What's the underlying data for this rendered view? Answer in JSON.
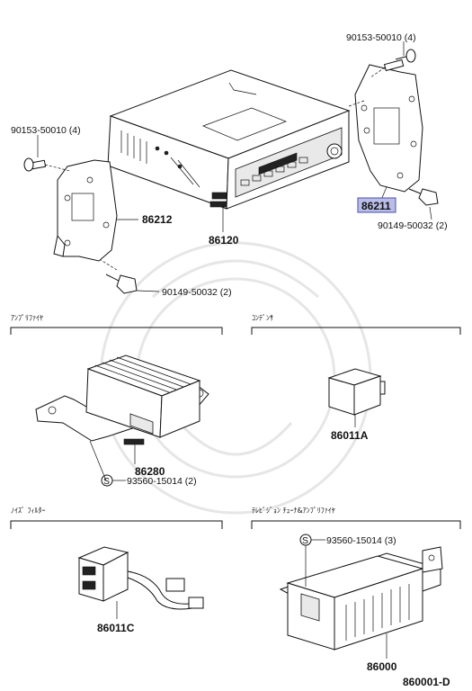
{
  "parts": {
    "p_90153_top": "90153-50010 (4)",
    "p_90153_left": "90153-50010 (4)",
    "p_86211": "86211",
    "p_90149_right": "90149-50032 (2)",
    "p_86212": "86212",
    "p_86120": "86120",
    "p_90149_left": "90149-50032 (2)",
    "p_86011A": "86011A",
    "p_86280": "86280",
    "p_93560_amp": "93560-15014 (2)",
    "p_93560_tv": "93560-15014 (3)",
    "p_86011C": "86011C",
    "p_86000": "86000"
  },
  "sections": {
    "amplifier": "ｱﾝﾌﾟﾘﾌｧｲﾔ",
    "condenser": "ｺﾝﾃﾞﾝｻ",
    "noise_filter": "ﾉｲｽﾞ ﾌｨﾙﾀｰ",
    "tv_tuner": "ﾃﾚﾋﾞｼﾞｮﾝ ﾁｭｰﾅ&ｱﾝﾌﾟﾘﾌｧｲﾔ"
  },
  "symbols": {
    "s": "S"
  },
  "diagram_id": "860001-D",
  "colors": {
    "highlight": "#b9bde8",
    "ink": "#111111"
  }
}
